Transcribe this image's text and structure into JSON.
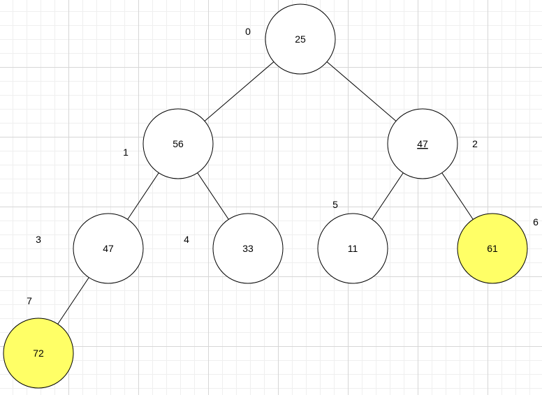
{
  "colors": {
    "default_fill": "#ffffff",
    "highlight_fill": "#ffff66",
    "stroke": "#000000"
  },
  "nodes": [
    {
      "index": "0",
      "value": "25",
      "highlight": false,
      "underline": false
    },
    {
      "index": "1",
      "value": "56",
      "highlight": false,
      "underline": false
    },
    {
      "index": "2",
      "value": "47",
      "highlight": false,
      "underline": true
    },
    {
      "index": "3",
      "value": "47",
      "highlight": false,
      "underline": false
    },
    {
      "index": "4",
      "value": "33",
      "highlight": false,
      "underline": false
    },
    {
      "index": "5",
      "value": "11",
      "highlight": false,
      "underline": false
    },
    {
      "index": "6",
      "value": "61",
      "highlight": true,
      "underline": false
    },
    {
      "index": "7",
      "value": "72",
      "highlight": true,
      "underline": false
    }
  ],
  "edges": [
    {
      "from": 0,
      "to": 1
    },
    {
      "from": 0,
      "to": 2
    },
    {
      "from": 1,
      "to": 3
    },
    {
      "from": 1,
      "to": 4
    },
    {
      "from": 2,
      "to": 5
    },
    {
      "from": 2,
      "to": 6
    },
    {
      "from": 3,
      "to": 7
    }
  ]
}
